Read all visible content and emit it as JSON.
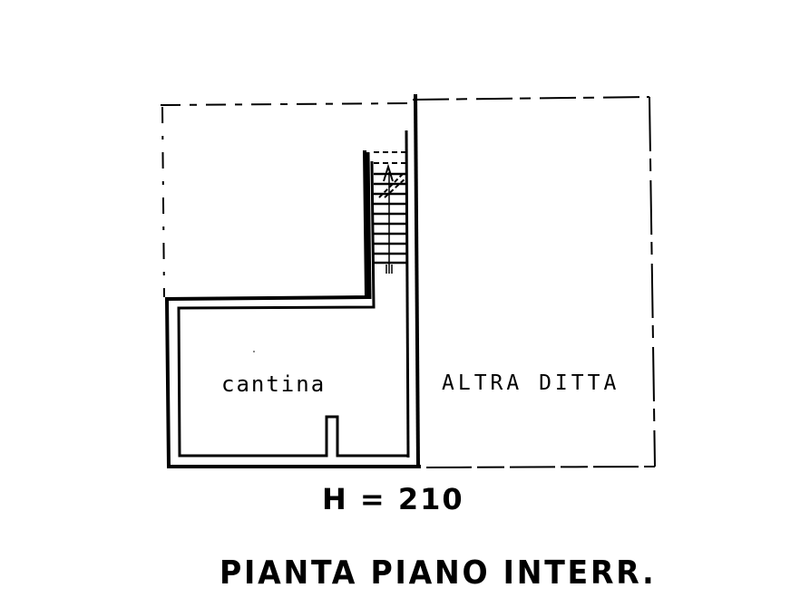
{
  "plan": {
    "rooms": [
      {
        "id": "cantina",
        "label": "cantina"
      },
      {
        "id": "altra-ditta",
        "label": "ALTRA DITTA"
      }
    ],
    "ceiling_height": "H = 210",
    "title": "PIANTA PIANO INTERR.",
    "colors": {
      "ink": "#000000",
      "paper": "#ffffff"
    }
  }
}
